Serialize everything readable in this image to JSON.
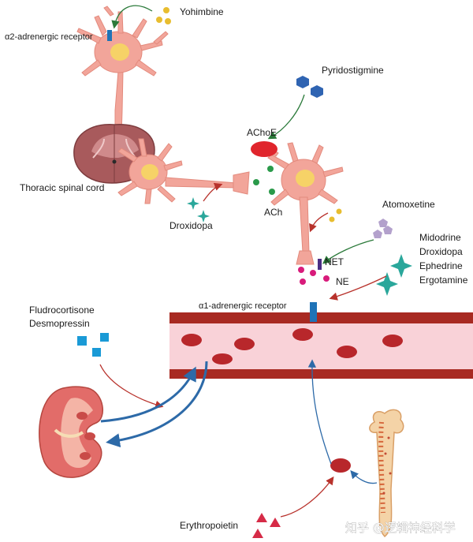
{
  "labels": {
    "yohimbine": "Yohimbine",
    "a2_receptor": "α2-adrenergic receptor",
    "pyridostigmine": "Pyridostigmine",
    "achoe": "AChoE",
    "thoracic_cord": "Thoracic spinal cord",
    "ach": "ACh",
    "droxidopa_left": "Droxidopa",
    "atomoxetine": "Atomoxetine",
    "net": "NET",
    "ne": "NE",
    "agonists": [
      "Midodrine",
      "Droxidopa",
      "Ephedrine",
      "Ergotamine"
    ],
    "fludro": [
      "Fludrocortisone",
      "Desmopressin"
    ],
    "a1_receptor": "α1-adrenergic receptor",
    "erythropoietin": "Erythropoietin"
  },
  "watermark": "知乎 @逻辑神经科学",
  "colors": {
    "neuron": "#f2a59a",
    "neuron_nucleus": "#f6d267",
    "vessel_wall": "#a82a22",
    "vessel_lumen": "#f9d2d8",
    "rbc": "#b8272b",
    "achoe": "#e0252c",
    "ach": "#2a9a4a",
    "ne": "#d81b7b",
    "yohimbine": "#e8bd2f",
    "pyridostigmine": "#2f64b2",
    "atomoxetine": "#b3a1cc",
    "agonist": "#2aa79b",
    "fludro": "#1a9ad6",
    "epo": "#d62b47",
    "receptor": "#1f73b7",
    "arrow_green": "#2b7a3a",
    "arrow_red": "#b8322c",
    "arrow_blue": "#2d6aa8"
  }
}
